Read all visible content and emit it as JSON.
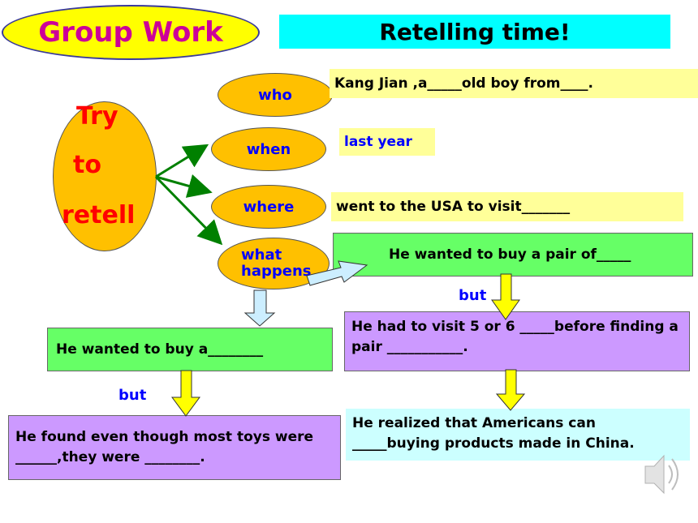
{
  "header": {
    "group_work": "Group Work",
    "retelling": "Retelling time!"
  },
  "center": {
    "line1": "Try",
    "line2": "to",
    "line3": "retell"
  },
  "questions": {
    "who": "who",
    "when": "when",
    "where": "where",
    "what_happens": "what happens"
  },
  "answers": {
    "who": "Kang Jian ,a_____old boy from____.",
    "when": "last year",
    "where": "went to the USA to visit_______",
    "what_happens": "He wanted to buy  a pair of_____",
    "visit_stores": "He had to visit 5 or 6 _____before finding a pair ___________.",
    "realized": "He realized that Americans can _____buying products made in China.",
    "buy_toy": "He wanted to buy  a________",
    "found_toys": "He found even though most toys were ______,they were ________."
  },
  "connectors": {
    "but_right": "but",
    "but_left": "but"
  },
  "colors": {
    "title_text": "#cc0099",
    "banner": "#00ffff",
    "ellipse": "#ffc000",
    "green_box": "#66ff66",
    "purple_box": "#cc99ff",
    "question_text": "#0000ff",
    "arrow_green": "#008000",
    "arrow_yellow": "#ffff00"
  },
  "icons": {
    "speaker": "speaker-icon"
  }
}
